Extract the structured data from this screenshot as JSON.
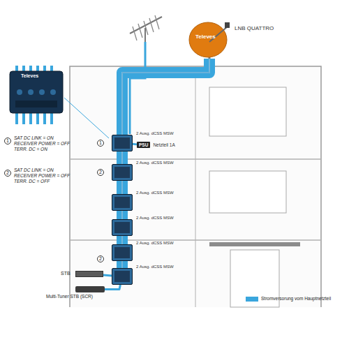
{
  "diagram": {
    "nodes": [
      {
        "text": [
          "Televes",
          "LNB QUATTRO"
        ]
      },
      {
        "text": [
          "2 Ausg. dCSS MSW"
        ]
      },
      {
        "text": [
          "2 Ausg. dCSS MSW"
        ]
      },
      {
        "text": [
          "2 Ausg. dCSS MSW"
        ]
      },
      {
        "text": [
          "2 Ausg. dCSS MSW"
        ]
      },
      {
        "text": [
          "2 Ausg. dCSS MSW"
        ]
      },
      {
        "text": [
          "2 Ausg. dCSS MSW"
        ]
      },
      {
        "text": [
          "PSU",
          "Netzteil 1A"
        ]
      },
      {
        "text": [
          "STB"
        ]
      },
      {
        "text": [
          "Multi-Tuner STB (SCR)"
        ]
      }
    ],
    "edges": [
      {
        "from": 0,
        "to": 1,
        "arrow": "none"
      },
      {
        "from": 1,
        "to": 2,
        "arrow": "none"
      },
      {
        "from": 2,
        "to": 3,
        "arrow": "none"
      },
      {
        "from": 3,
        "to": 4,
        "arrow": "none"
      },
      {
        "from": 4,
        "to": 5,
        "arrow": "none"
      },
      {
        "from": 5,
        "to": 6,
        "arrow": "none"
      },
      {
        "from": 7,
        "to": 1,
        "arrow": "none"
      },
      {
        "from": 6,
        "to": 8,
        "arrow": "none"
      },
      {
        "from": 6,
        "to": 9,
        "arrow": "none"
      }
    ],
    "labels": [
      "Televes",
      "1",
      "SAT DC LINK = ON",
      "RECEIVER POWER = OFF",
      "TERR. DC = ON",
      "2",
      "SAT DC LINK = ON",
      "RECEIVER POWER = OFF",
      "TERR. DC = OFF",
      "1",
      "2",
      "2"
    ],
    "legend": [
      {
        "text": "Stromversorung vom Hauptnetzteil",
        "color": "#3aa6dd"
      }
    ]
  }
}
